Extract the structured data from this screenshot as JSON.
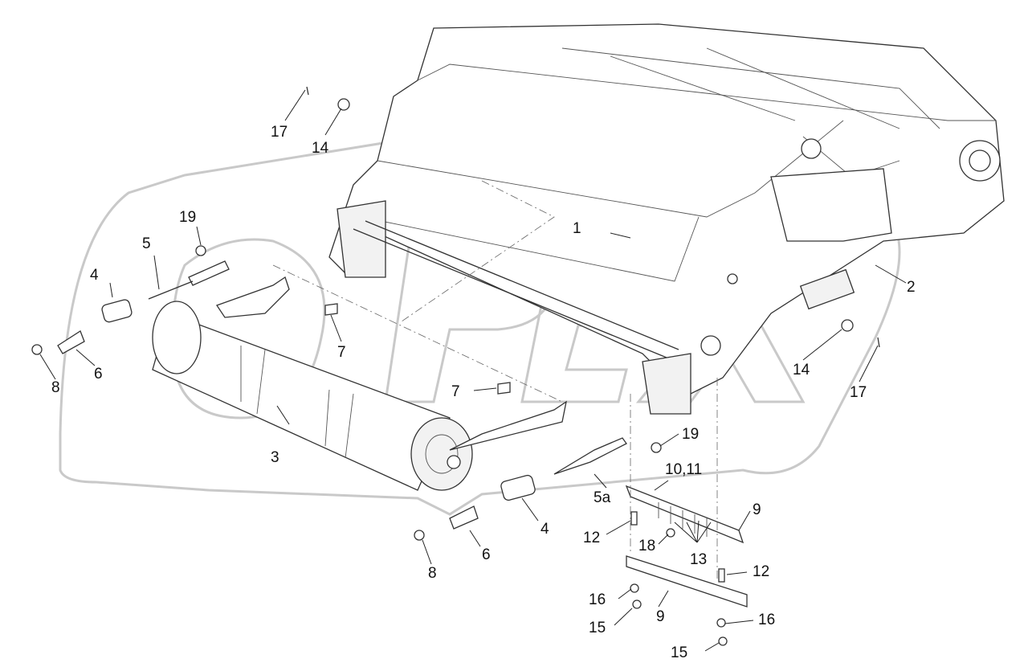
{
  "diagram": {
    "watermark": "OPEX",
    "callouts": [
      {
        "id": "c1",
        "text": "1"
      },
      {
        "id": "c2",
        "text": "2"
      },
      {
        "id": "c3",
        "text": "3"
      },
      {
        "id": "c4a",
        "text": "4"
      },
      {
        "id": "c4b",
        "text": "4"
      },
      {
        "id": "c5",
        "text": "5"
      },
      {
        "id": "c5a",
        "text": "5a"
      },
      {
        "id": "c6a",
        "text": "6"
      },
      {
        "id": "c6b",
        "text": "6"
      },
      {
        "id": "c7a",
        "text": "7"
      },
      {
        "id": "c7b",
        "text": "7"
      },
      {
        "id": "c8a",
        "text": "8"
      },
      {
        "id": "c8b",
        "text": "8"
      },
      {
        "id": "c9a",
        "text": "9"
      },
      {
        "id": "c9b",
        "text": "9"
      },
      {
        "id": "c1011",
        "text": "10,11"
      },
      {
        "id": "c12a",
        "text": "12"
      },
      {
        "id": "c12b",
        "text": "12"
      },
      {
        "id": "c13",
        "text": "13"
      },
      {
        "id": "c14a",
        "text": "14"
      },
      {
        "id": "c14b",
        "text": "14"
      },
      {
        "id": "c15a",
        "text": "15"
      },
      {
        "id": "c15b",
        "text": "15"
      },
      {
        "id": "c16a",
        "text": "16"
      },
      {
        "id": "c16b",
        "text": "16"
      },
      {
        "id": "c17a",
        "text": "17"
      },
      {
        "id": "c17b",
        "text": "17"
      },
      {
        "id": "c18",
        "text": "18"
      },
      {
        "id": "c19a",
        "text": "19"
      },
      {
        "id": "c19b",
        "text": "19"
      }
    ]
  }
}
